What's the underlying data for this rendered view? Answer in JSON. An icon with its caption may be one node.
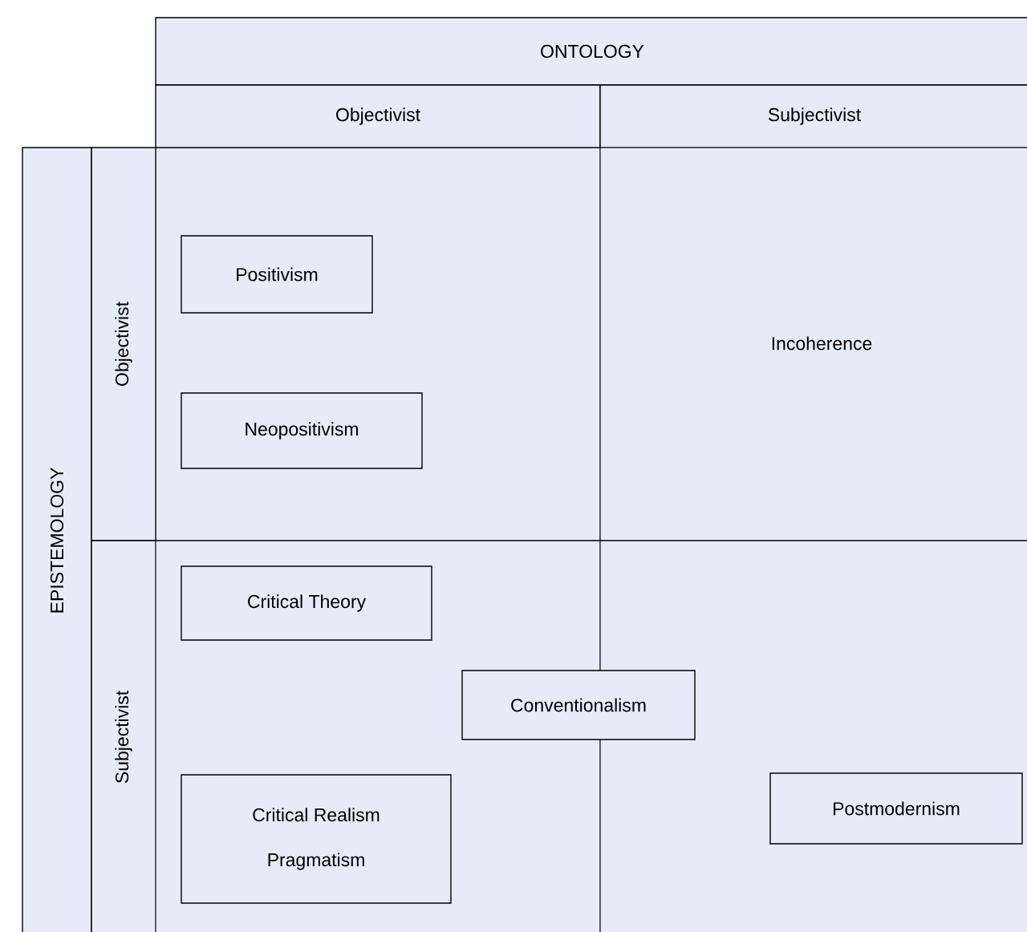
{
  "diagram": {
    "nodes": [
      {
        "text": [
          "ONTOLOGY"
        ]
      },
      {
        "text": [
          "Objectivist"
        ]
      },
      {
        "text": [
          "Subjectivist"
        ]
      },
      {
        "text": [
          "EPISTEMOLOGY"
        ]
      },
      {
        "text": [
          "Objectivist"
        ]
      },
      {
        "text": [
          "Subjectivist"
        ]
      },
      {
        "text": [
          "Positivism"
        ]
      },
      {
        "text": [
          "Neopositivism"
        ]
      },
      {
        "text": [
          "Critical Theory"
        ]
      },
      {
        "text": [
          "Conventionalism"
        ]
      },
      {
        "text": [
          "Critical Realism",
          "Pragmatism"
        ]
      },
      {
        "text": [
          "Postmodernism"
        ]
      }
    ],
    "edges": [],
    "labels": [
      "Incoherence"
    ]
  }
}
